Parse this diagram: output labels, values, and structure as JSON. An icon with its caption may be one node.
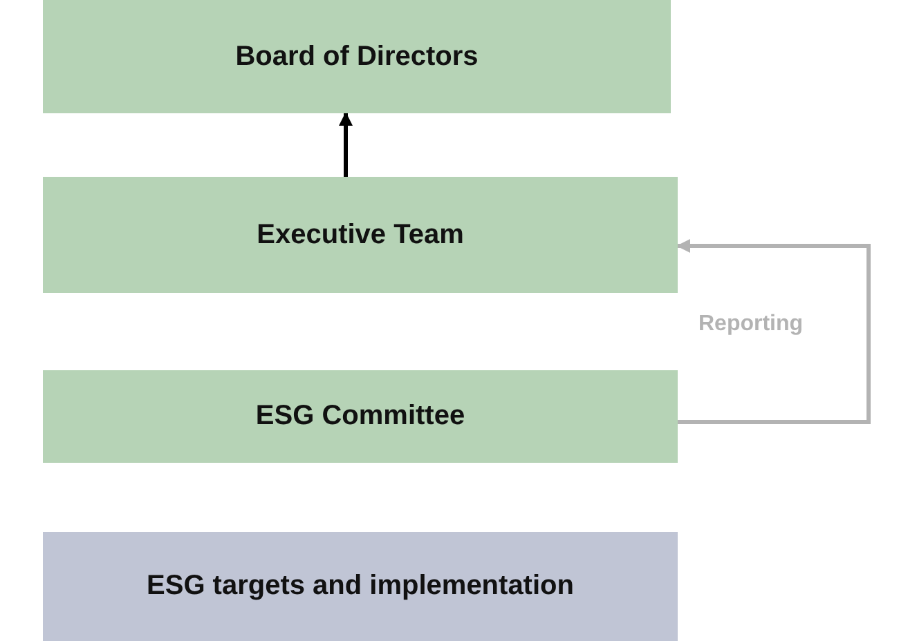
{
  "diagram": {
    "nodes": [
      {
        "text": [
          "Board of Directors"
        ]
      },
      {
        "text": [
          "Executive Team"
        ]
      },
      {
        "text": [
          "ESG Committee"
        ]
      },
      {
        "text": [
          "ESG targets and implementation"
        ]
      }
    ],
    "edges": [
      {
        "from": 1,
        "to": 0,
        "arrow": "to"
      },
      {
        "from": 2,
        "to": 1,
        "arrow": "to",
        "label": "Reporting",
        "color": "#b3b3b3"
      }
    ]
  }
}
